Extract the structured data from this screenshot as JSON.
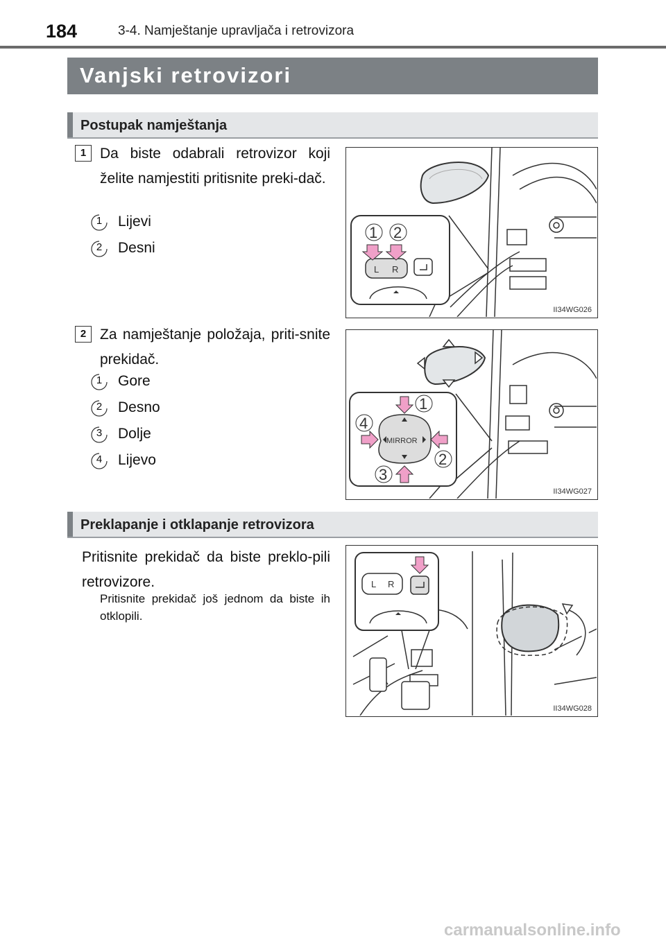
{
  "header": {
    "page_number": "184",
    "chapter": "3-4. Namještanje upravljača i retrovizora"
  },
  "title": "Vanjski retrovizori",
  "section1": {
    "heading": "Postupak namještanja",
    "step1": {
      "number": "1",
      "text": "Da biste odabrali retrovizor koji želite namjestiti pritisnite preki-dač.",
      "items": [
        {
          "num": "1",
          "label": "Lijevi"
        },
        {
          "num": "2",
          "label": "Desni"
        }
      ],
      "figure_code": "II34WG026",
      "fig_labels": {
        "c1": "1",
        "c2": "2",
        "l": "L",
        "r": "R"
      }
    },
    "step2": {
      "number": "2",
      "text": "Za namještanje položaja, priti-snite prekidač.",
      "items": [
        {
          "num": "1",
          "label": "Gore"
        },
        {
          "num": "2",
          "label": "Desno"
        },
        {
          "num": "3",
          "label": "Dolje"
        },
        {
          "num": "4",
          "label": "Lijevo"
        }
      ],
      "figure_code": "II34WG027",
      "fig_labels": {
        "c1": "1",
        "c2": "2",
        "c3": "3",
        "c4": "4",
        "mirror": "MIRROR"
      }
    }
  },
  "section2": {
    "heading": "Preklapanje i otklapanje retrovizora",
    "text": "Pritisnite prekidač da biste preklo-pili retrovizore.",
    "note": "Pritisnite prekidač još jednom da biste ih otklopili.",
    "figure_code": "II34WG028",
    "fig_labels": {
      "l": "L",
      "r": "R"
    }
  },
  "footer": {
    "watermark": "carmanualsonline.info"
  },
  "colors": {
    "title_bar": "#7c8185",
    "sub_bar": "#e4e6e8",
    "arrow_pink": "#f0a0c8"
  }
}
